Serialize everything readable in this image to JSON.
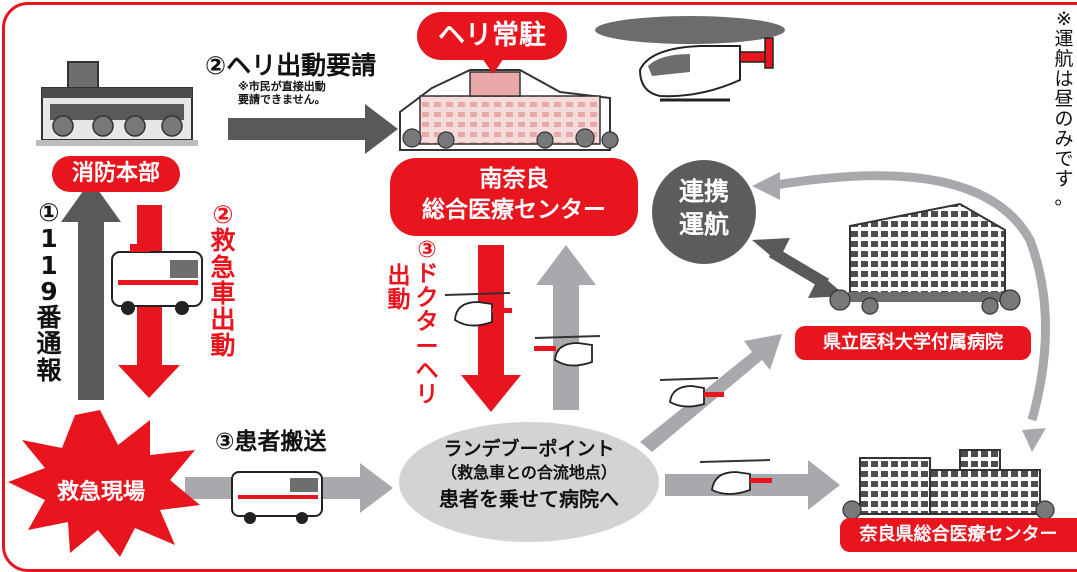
{
  "note": {
    "chars": [
      "※",
      "運",
      "航",
      "は",
      "昼",
      "の",
      "み",
      "で",
      "す",
      "。"
    ]
  },
  "nodes": {
    "fire_hq": "消防本部",
    "heli_base": "ヘリ常駐",
    "south_nara": [
      "南奈良",
      "総合医療センター"
    ],
    "coordination": [
      "連携",
      "運航"
    ],
    "medical_univ": "県立医科大学付属病院",
    "nara_general": "奈良県総合医療センター",
    "scene": "救急現場",
    "rendezvous": [
      "ランデブーポイント",
      "（救急車との合流地点）",
      "患者を乗せて病院へ"
    ]
  },
  "steps": {
    "heli_request": "②ヘリ出動要請",
    "heli_request_note": [
      "※市民が直接出動",
      "要請できません。"
    ],
    "call_119": [
      "①",
      "1",
      "1",
      "9",
      "番",
      "通",
      "報"
    ],
    "ambulance_dispatch": [
      "②",
      "救",
      "急",
      "車",
      "出",
      "動"
    ],
    "doctor_heli_dispatch_a": [
      "③",
      "ド",
      "ク",
      "タ",
      "ー",
      "ヘ",
      "リ"
    ],
    "doctor_heli_dispatch_b": [
      "出",
      "動"
    ],
    "transport": "③患者搬送"
  },
  "colors": {
    "accent": "#e8141e",
    "arrow_dark": "#58595b",
    "arrow_light": "#a7a9ac",
    "node_dark": "#5b5c5e"
  }
}
